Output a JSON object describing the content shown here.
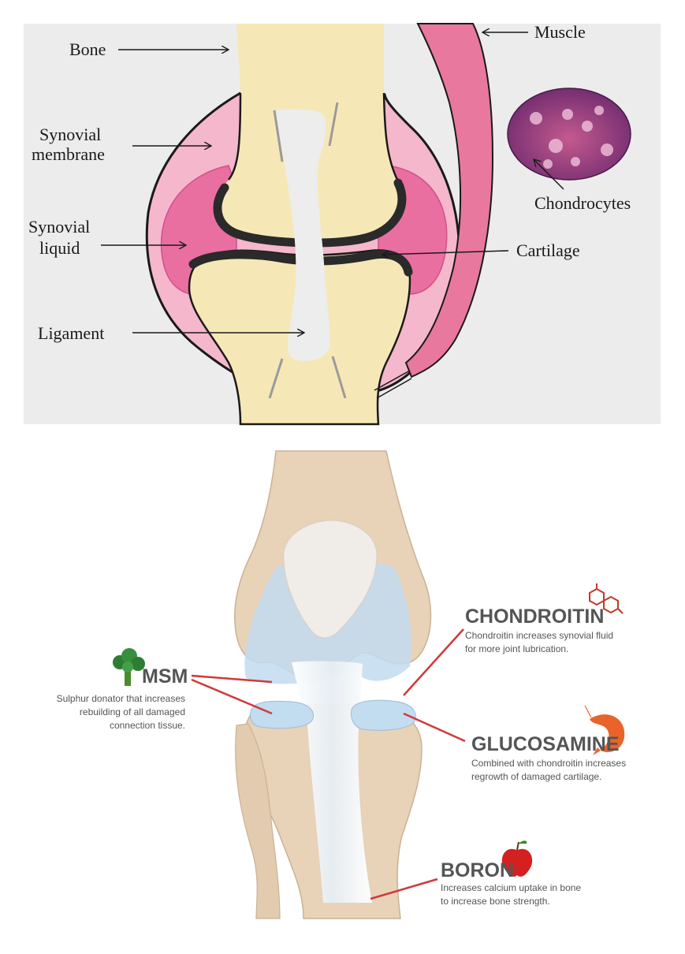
{
  "top_diagram": {
    "labels": {
      "bone": "Bone",
      "muscle": "Muscle",
      "synovial_membrane_line1": "Synovial",
      "synovial_membrane_line2": "membrane",
      "chondrocytes": "Chondrocytes",
      "synovial_liquid_line1": "Synovial",
      "synovial_liquid_line2": "liquid",
      "cartilage": "Cartilage",
      "ligament": "Ligament"
    },
    "colors": {
      "background": "#ececec",
      "bone": "#f6e8b6",
      "membrane": "#f5b7cc",
      "liquid": "#e96fa1",
      "cartilage": "#2a2a2a",
      "ligament": "#ededed",
      "muscle": "#e8789e"
    }
  },
  "bottom_diagram": {
    "supplements": [
      {
        "id": "chondroitin",
        "icon": "molecule-icon",
        "title": "CHONDROITIN",
        "lines": [
          "Chondroitin increases synovial fluid",
          "for more joint lubrication."
        ]
      },
      {
        "id": "msm",
        "icon": "broccoli-icon",
        "title": "MSM",
        "lines": [
          "Sulphur donator that increases",
          "rebuilding of all damaged",
          "connection tissue."
        ]
      },
      {
        "id": "glucosamine",
        "icon": "shrimp-icon",
        "title": "GLUCOSAMINE",
        "lines": [
          "Combined with chondroitin increases",
          "regrowth of damaged cartilage."
        ]
      },
      {
        "id": "boron",
        "icon": "apple-icon",
        "title": "BORON",
        "lines": [
          "Increases calcium uptake in bone",
          "to increase bone strength."
        ]
      }
    ],
    "colors": {
      "bone": "#e8d2b8",
      "cartilage": "#c2dcf0",
      "pointer_line": "#d03a3a",
      "text": "#555555"
    }
  }
}
